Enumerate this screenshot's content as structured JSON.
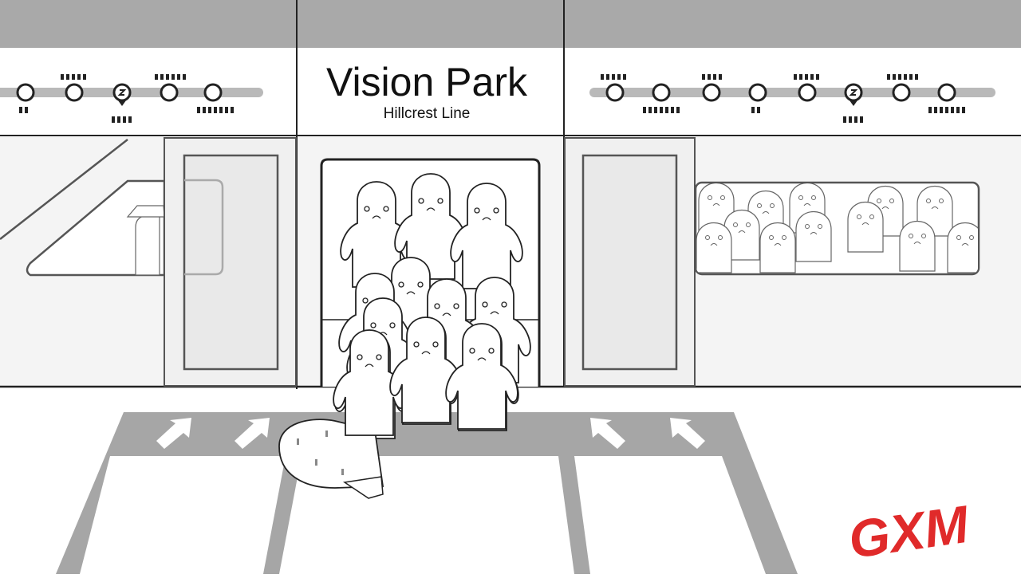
{
  "station": {
    "name": "Vision Park",
    "line": "Hillcrest Line"
  },
  "watermark": {
    "text": "GXM",
    "color": "#e02a2a"
  },
  "icons": {
    "station_dot": "station-dot-icon",
    "current_station": "current-station-marker-icon",
    "boarding_arrow": "boarding-arrow-icon"
  },
  "colors": {
    "ceiling": "#a9a9a9",
    "track": "#b9b9b9",
    "floor_marking": "#a6a6a6",
    "train_body": "#f4f4f4",
    "line": "#222222",
    "watermark": "#e02a2a"
  }
}
